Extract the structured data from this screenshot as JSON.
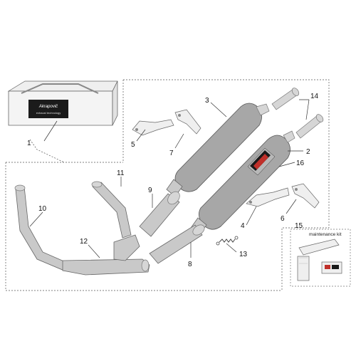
{
  "callouts": {
    "c1": "1",
    "c2": "2",
    "c3": "3",
    "c4": "4",
    "c5": "5",
    "c6": "6",
    "c7": "7",
    "c8": "8",
    "c9": "9",
    "c10": "10",
    "c11": "11",
    "c12": "12",
    "c13": "13",
    "c14": "14",
    "c15": "15",
    "c16": "16"
  },
  "maintenance_kit_label": "maintenance kit",
  "colors": {
    "muffler": "#a7a7a7",
    "pipe": "#c9c9c9",
    "logo_red": "#c0302a",
    "logo_dark": "#1a1a1a"
  },
  "box_logo_text": [
    "Akrapovič",
    "exhaust technology"
  ]
}
